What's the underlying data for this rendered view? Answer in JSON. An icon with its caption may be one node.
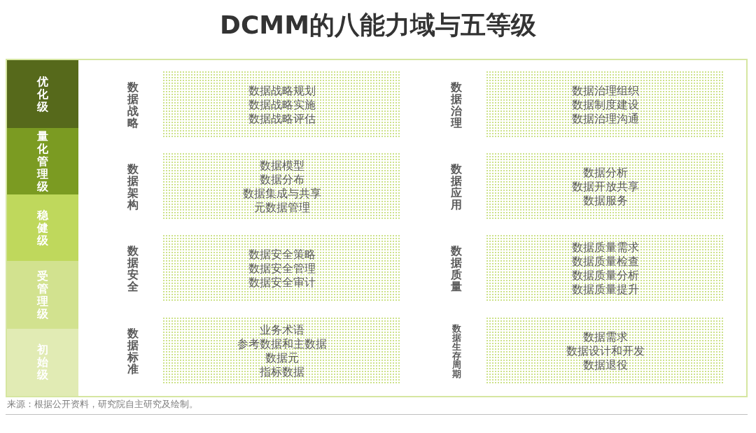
{
  "diagram": {
    "title": "DCMM的八能力域与五等级",
    "nodes": [
      {
        "text": [
          "优化级"
        ]
      },
      {
        "text": [
          "量化管理级"
        ]
      },
      {
        "text": [
          "稳健级"
        ]
      },
      {
        "text": [
          "受管理级"
        ]
      },
      {
        "text": [
          "初始级"
        ]
      },
      {
        "text": [
          "数据战略",
          "数据战略规划",
          "数据战略实施",
          "数据战略评估"
        ]
      },
      {
        "text": [
          "数据治理",
          "数据治理组织",
          "数据制度建设",
          "数据治理沟通"
        ]
      },
      {
        "text": [
          "数据架构",
          "数据模型",
          "数据分布",
          "数据集成与共享",
          "元数据管理"
        ]
      },
      {
        "text": [
          "数据应用",
          "数据分析",
          "数据开放共享",
          "数据服务"
        ]
      },
      {
        "text": [
          "数据安全",
          "数据安全策略",
          "数据安全管理",
          "数据安全审计"
        ]
      },
      {
        "text": [
          "数据质量",
          "数据质量需求",
          "数据质量检查",
          "数据质量分析",
          "数据质量提升"
        ]
      },
      {
        "text": [
          "数据标准",
          "业务术语",
          "参考数据和主数据",
          "数据元",
          "指标数据"
        ]
      },
      {
        "text": [
          "数据生存周期",
          "数据需求",
          "数据设计和开发",
          "数据退役"
        ]
      }
    ],
    "labels": [
      "来源：根据公开资料，研究院自主研究及绘制。"
    ]
  }
}
